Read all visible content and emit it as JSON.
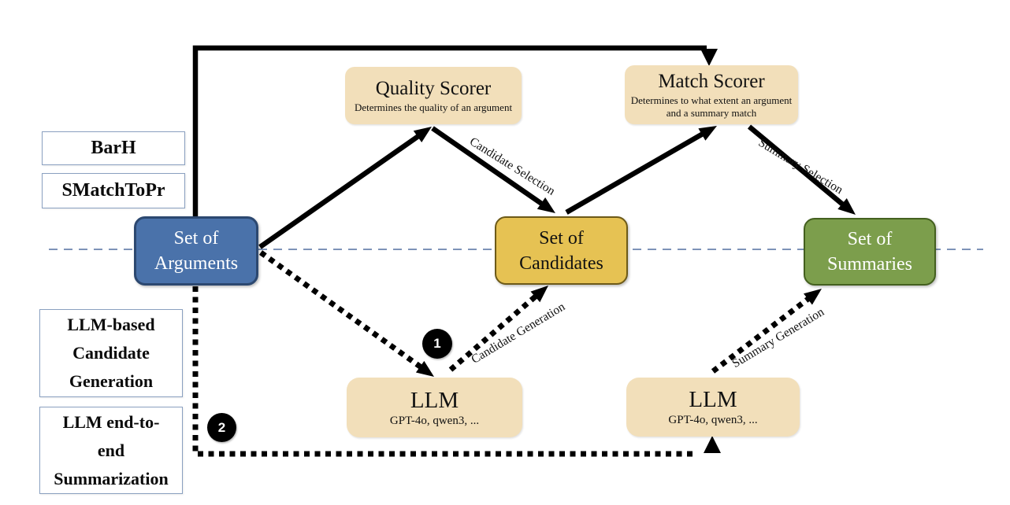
{
  "diagram": {
    "method_labels": {
      "barh": "BarH",
      "smatchtopr": "SMatchToPr",
      "llm_candidate_generation": "LLM-based\nCandidate\nGeneration",
      "llm_end_to_end": "LLM end-to-\nend\nSummarization"
    },
    "nodes": {
      "arguments": {
        "title": "Set of\nArguments"
      },
      "candidates": {
        "title": "Set of\nCandidates"
      },
      "summaries": {
        "title": "Set of\nSummaries"
      },
      "quality_scorer": {
        "title": "Quality Scorer",
        "subtitle": "Determines the quality of an argument"
      },
      "match_scorer": {
        "title": "Match Scorer",
        "subtitle": "Determines to what extent an argument and a summary match"
      },
      "llm_candidate": {
        "title": "LLM",
        "subtitle": "GPT-4o, qwen3, ..."
      },
      "llm_summary": {
        "title": "LLM",
        "subtitle": "GPT-4o, qwen3, ..."
      }
    },
    "edge_labels": {
      "candidate_selection": "Candidate Selection",
      "summary_selection": "Summary Selection",
      "candidate_generation": "Candidate Generation",
      "summary_generation": "Summary Generation"
    },
    "markers": {
      "one": "1",
      "two": "2"
    },
    "colors": {
      "arguments_fill": "#4A72AA",
      "arguments_border": "#2C4870",
      "candidates_fill": "#E6C253",
      "candidates_border": "#6D5A18",
      "summaries_fill": "#7C9E4C",
      "summaries_border": "#44601F",
      "scorer_fill": "#F2DFBA",
      "divider_dash": "#7D93B8",
      "edge": "#000000"
    }
  }
}
